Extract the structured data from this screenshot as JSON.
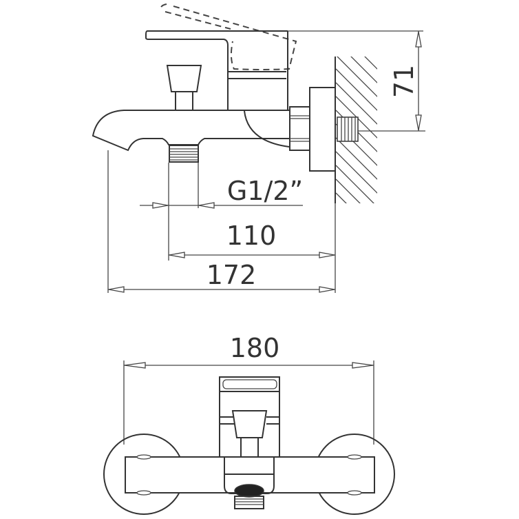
{
  "drawing": {
    "side_view": {
      "thread_label": "G1/2”",
      "dim_outlet_to_wall": "110",
      "dim_spout_to_wall": "172",
      "dim_height": "71"
    },
    "top_view": {
      "dim_width": "180"
    }
  }
}
